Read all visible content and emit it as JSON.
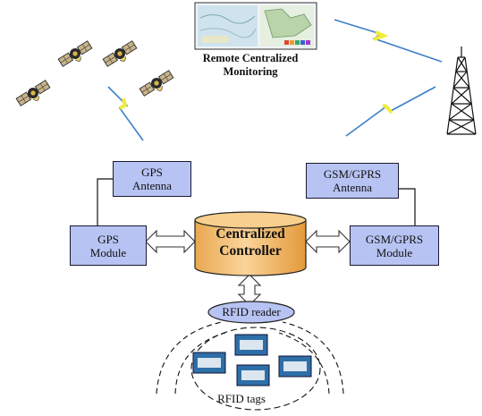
{
  "monitoring": {
    "line1": "Remote Centralized",
    "line2": "Monitoring"
  },
  "gps_antenna": {
    "line1": "GPS",
    "line2": "Antenna"
  },
  "gps_module": {
    "line1": "GPS",
    "line2": "Module"
  },
  "gsm_antenna": {
    "line1": "GSM/GPRS",
    "line2": "Antenna"
  },
  "gsm_module": {
    "line1": "GSM/GPRS",
    "line2": "Module"
  },
  "controller": {
    "line1": "Centralized",
    "line2": "Controller"
  },
  "rfid_reader": "RFID reader",
  "rfid_tags": "RFID tags",
  "colors": {
    "box_fill": "#b7c3f2",
    "controller_fill": "#f5c27a",
    "reader_fill": "#b7c3f2",
    "lightning": "#f0ec3c",
    "tag_fill": "#2e6fa8"
  },
  "icons": [
    "satellite-icon",
    "lightning-icon",
    "cell-tower-icon",
    "monitoring-screen-icon",
    "double-arrow-icon",
    "rfid-tag-icon"
  ]
}
